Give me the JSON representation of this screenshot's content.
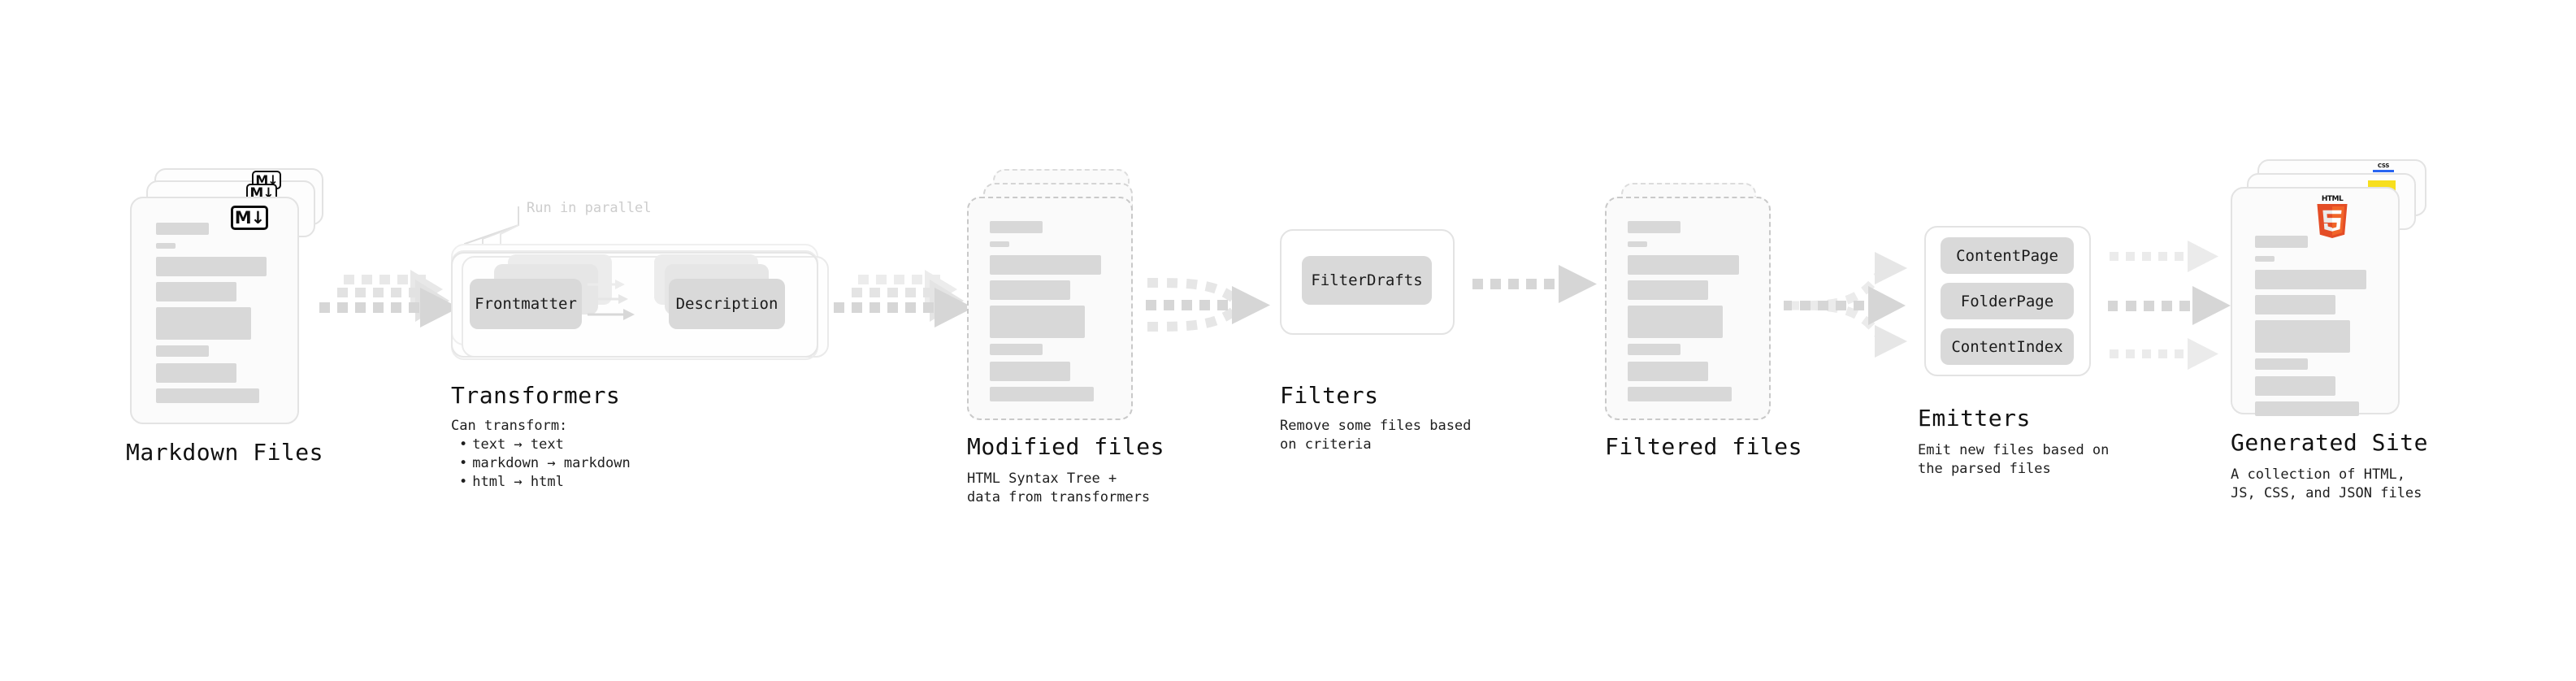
{
  "diagram": {
    "title_implied": "Quartz build pipeline",
    "stages": [
      {
        "key": "markdown_files",
        "title": "Markdown Files",
        "desc_lines": [],
        "icon": "markdown-logo",
        "icon_text": "M↓",
        "card_style": "solid",
        "stacked": 3
      },
      {
        "key": "transformers",
        "title": "Transformers",
        "desc_lines": [
          "Can transform:"
        ],
        "bullets": [
          "text → text",
          "markdown → markdown",
          "html → html"
        ],
        "annotation": "Run in parallel",
        "pills": [
          "Frontmatter",
          "Description"
        ],
        "card_style": "group",
        "stacked": 3
      },
      {
        "key": "modified_files",
        "title": "Modified files",
        "desc_lines": [
          "HTML Syntax Tree +",
          "data from transformers"
        ],
        "card_style": "dashed",
        "stacked": 3
      },
      {
        "key": "filters",
        "title": "Filters",
        "desc_lines": [
          "Remove some files based",
          "on criteria"
        ],
        "pills": [
          "FilterDrafts"
        ],
        "card_style": "group",
        "stacked": 1
      },
      {
        "key": "filtered_files",
        "title": "Filtered files",
        "desc_lines": [],
        "card_style": "dashed",
        "stacked": 2
      },
      {
        "key": "emitters",
        "title": "Emitters",
        "desc_lines": [
          "Emit new files based on",
          "the parsed files"
        ],
        "pills": [
          "ContentPage",
          "FolderPage",
          "ContentIndex"
        ],
        "card_style": "group",
        "stacked": 1
      },
      {
        "key": "generated_site",
        "title": "Generated Site",
        "desc_lines": [
          "A collection of HTML,",
          "JS, CSS, and JSON files"
        ],
        "icon": "html5-logo",
        "icon_text": "HTML",
        "badges": [
          "js-badge",
          "css-badge"
        ],
        "badge_labels": {
          "css": "CSS"
        },
        "card_style": "solid",
        "stacked": 3
      }
    ],
    "connectors": [
      {
        "from": "markdown_files",
        "to": "transformers",
        "kind": "fan-stack"
      },
      {
        "from": "transformers",
        "to": "modified_files",
        "kind": "fan-stack"
      },
      {
        "from": "modified_files",
        "to": "filters",
        "kind": "converge"
      },
      {
        "from": "filters",
        "to": "filtered_files",
        "kind": "single"
      },
      {
        "from": "filtered_files",
        "to": "emitters",
        "kind": "split-three"
      },
      {
        "from": "emitters",
        "to": "generated_site",
        "kind": "three-to-one"
      }
    ],
    "colors": {
      "background": "#ffffff",
      "card_fill": "#fbfbfb",
      "card_border": "#e3e3e3",
      "dashed_border": "#c9c9c9",
      "skeleton": "#d8d8d8",
      "pill_fill": "#d9d9d9",
      "text": "#111111",
      "annotation_text": "#cdcdcd",
      "arrow": "#d6d6d6",
      "markdown_logo": "#0d0d0d",
      "html5_orange": "#e44d26",
      "html5_orange_light": "#f16529",
      "js_yellow": "#f7df1e",
      "css_blue": "#2965f1"
    }
  }
}
